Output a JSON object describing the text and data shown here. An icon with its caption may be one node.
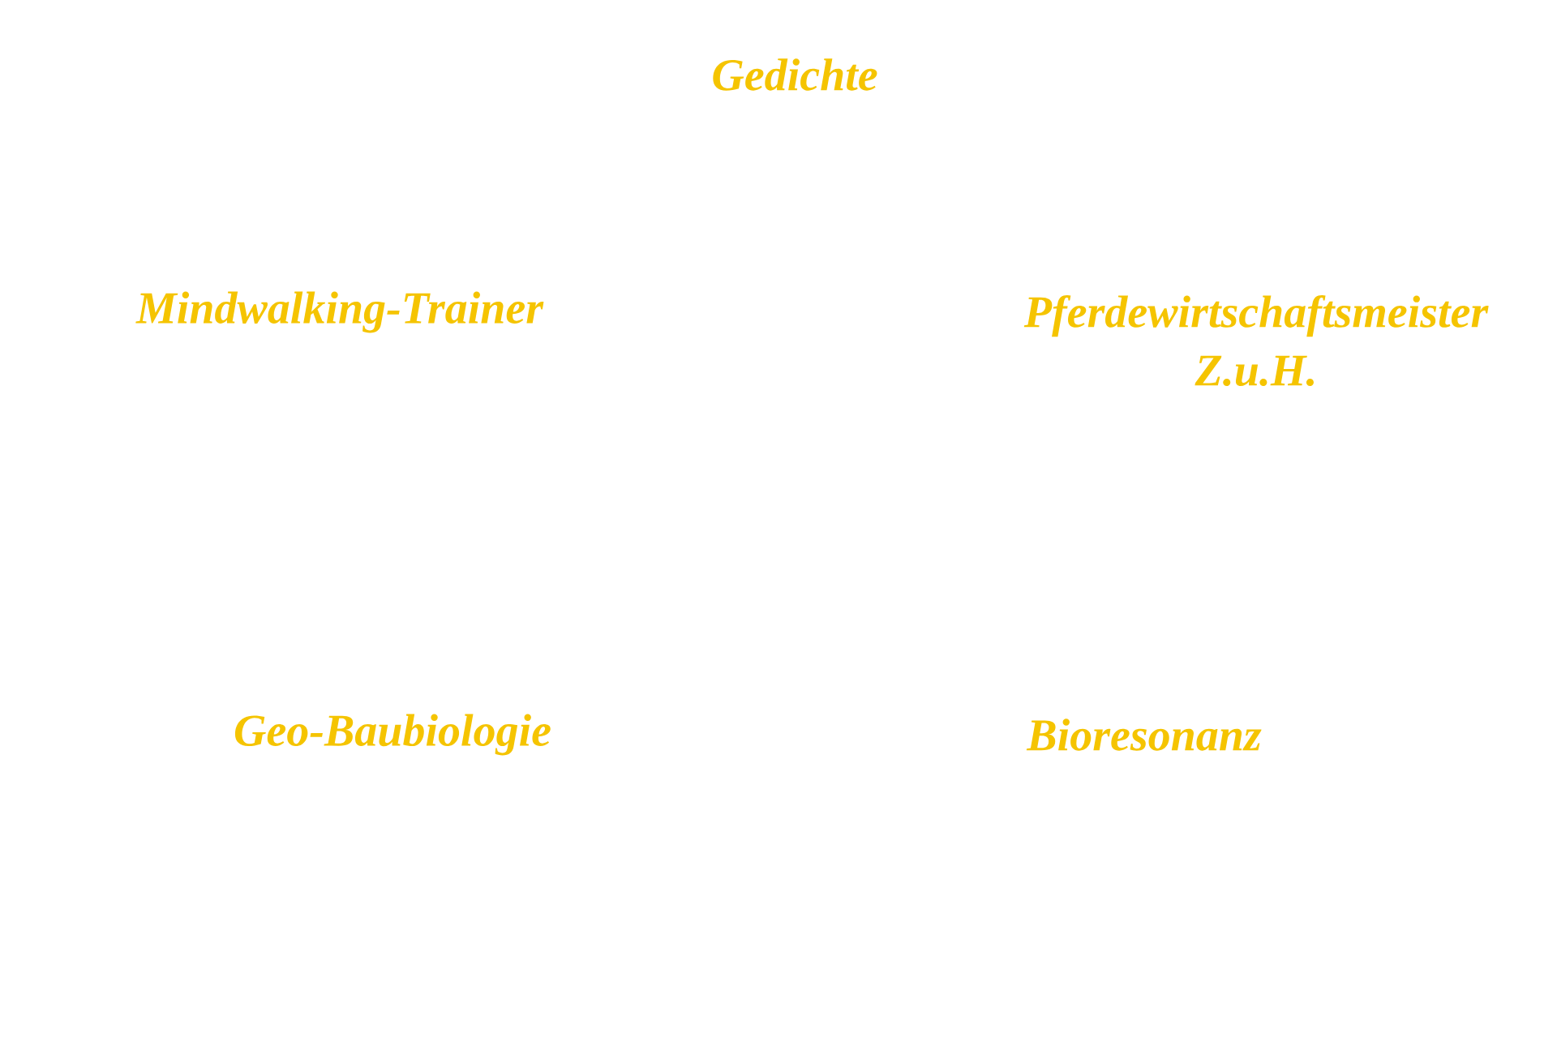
{
  "diagram": {
    "labels": [
      "Gedichte",
      "Mindwalking-Trainer",
      "Pferdewirtschaftsmeister Z.u.H.",
      "Geo-Baubiologie",
      "Bioresonanz"
    ]
  }
}
